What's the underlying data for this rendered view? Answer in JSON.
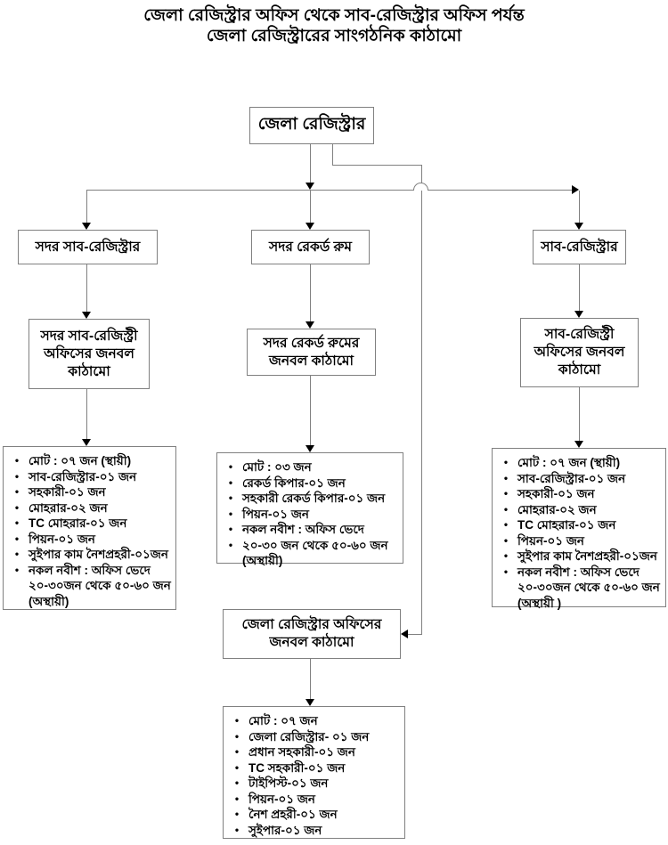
{
  "title": {
    "line1": "জেলা রেজিস্ট্রার অফিস থেকে সাব-রেজিস্ট্রার অফিস পর্যন্ত",
    "line2": "জেলা রেজিস্ট্রারের সাংগঠনিক কাঠামো"
  },
  "nodes": {
    "district_registrar": "জেলা রেজিস্ট্রার",
    "sadar_sub_registrar": "সদর সাব-রেজিস্ট্রার",
    "sadar_record_room": "সদর রেকর্ড রুম",
    "sub_registrar": "সাব-রেজিস্ট্রার",
    "sadar_sub_registry_staff": "সদর সাব-রেজিস্ট্রী অফিসের জনবল কাঠামো",
    "record_room_staff": "সদর রেকর্ড রুমের জনবল কাঠামো",
    "sub_registry_staff": "সাব-রেজিস্ট্রী অফিসের জনবল কাঠামো",
    "dr_office_staff": "জেলা রেজিস্ট্রার অফিসের জনবল কাঠামো"
  },
  "lists": {
    "sadar_sub_registry": [
      "মোট : ০৭ জন (স্থায়ী)",
      "সাব-রেজিস্ট্রার-০১ জন",
      "সহকারী-০১ জন",
      "মোহরার-০২ জন",
      "TC মোহরার-০১ জন",
      "পিয়ন-০১ জন",
      "সুইপার কাম নৈশপ্রহরী-০১জন",
      "নকল নবীশ : অফিস ভেদে ২০-৩০জন থেকে ৫০-৬০ জন (অস্থায়ী)"
    ],
    "record_room": [
      "মোট : ০৩ জন",
      "রেকর্ড কিপার-০১ জন",
      "সহকারী রেকর্ড কিপার-০১ জন",
      "পিয়ন-০১ জন",
      "নকল নবীশ : অফিস ভেদে",
      "২০-৩০ জন থেকে ৫০-৬০ জন (অস্থায়ী)"
    ],
    "sub_registry": [
      "মোট : ০৭ জন (স্থায়ী)",
      "সাব-রেজিস্ট্রার-০১ জন",
      "সহকারী-০১ জন",
      "মোহরার-০২ জন",
      "TC মোহরার-০১ জন",
      "পিয়ন-০১ জন",
      "সুইপার কাম নৈশপ্রহরী-০১জন",
      "নকল নবীশ : অফিস ভেদে ২০-৩০জন থেকে ৫০-৬০ জন (অস্থায়ী )"
    ],
    "dr_office": [
      "মোট : ০৭ জন",
      "জেলা রেজিস্ট্রার- ০১ জন",
      "প্রধান সহকারী-০১ জন",
      "TC সহকারী-০১ জন",
      "টাইপিস্ট-০১ জন",
      "পিয়ন-০১ জন",
      "নৈশ প্রহরী-০১ জন",
      "সুইপার-০১ জন"
    ]
  },
  "glyphs": {
    "bullet": "•"
  },
  "colors": {
    "line": "#808080",
    "border": "#808080",
    "text": "#000000",
    "background": "#ffffff",
    "arrow": "#000000"
  }
}
